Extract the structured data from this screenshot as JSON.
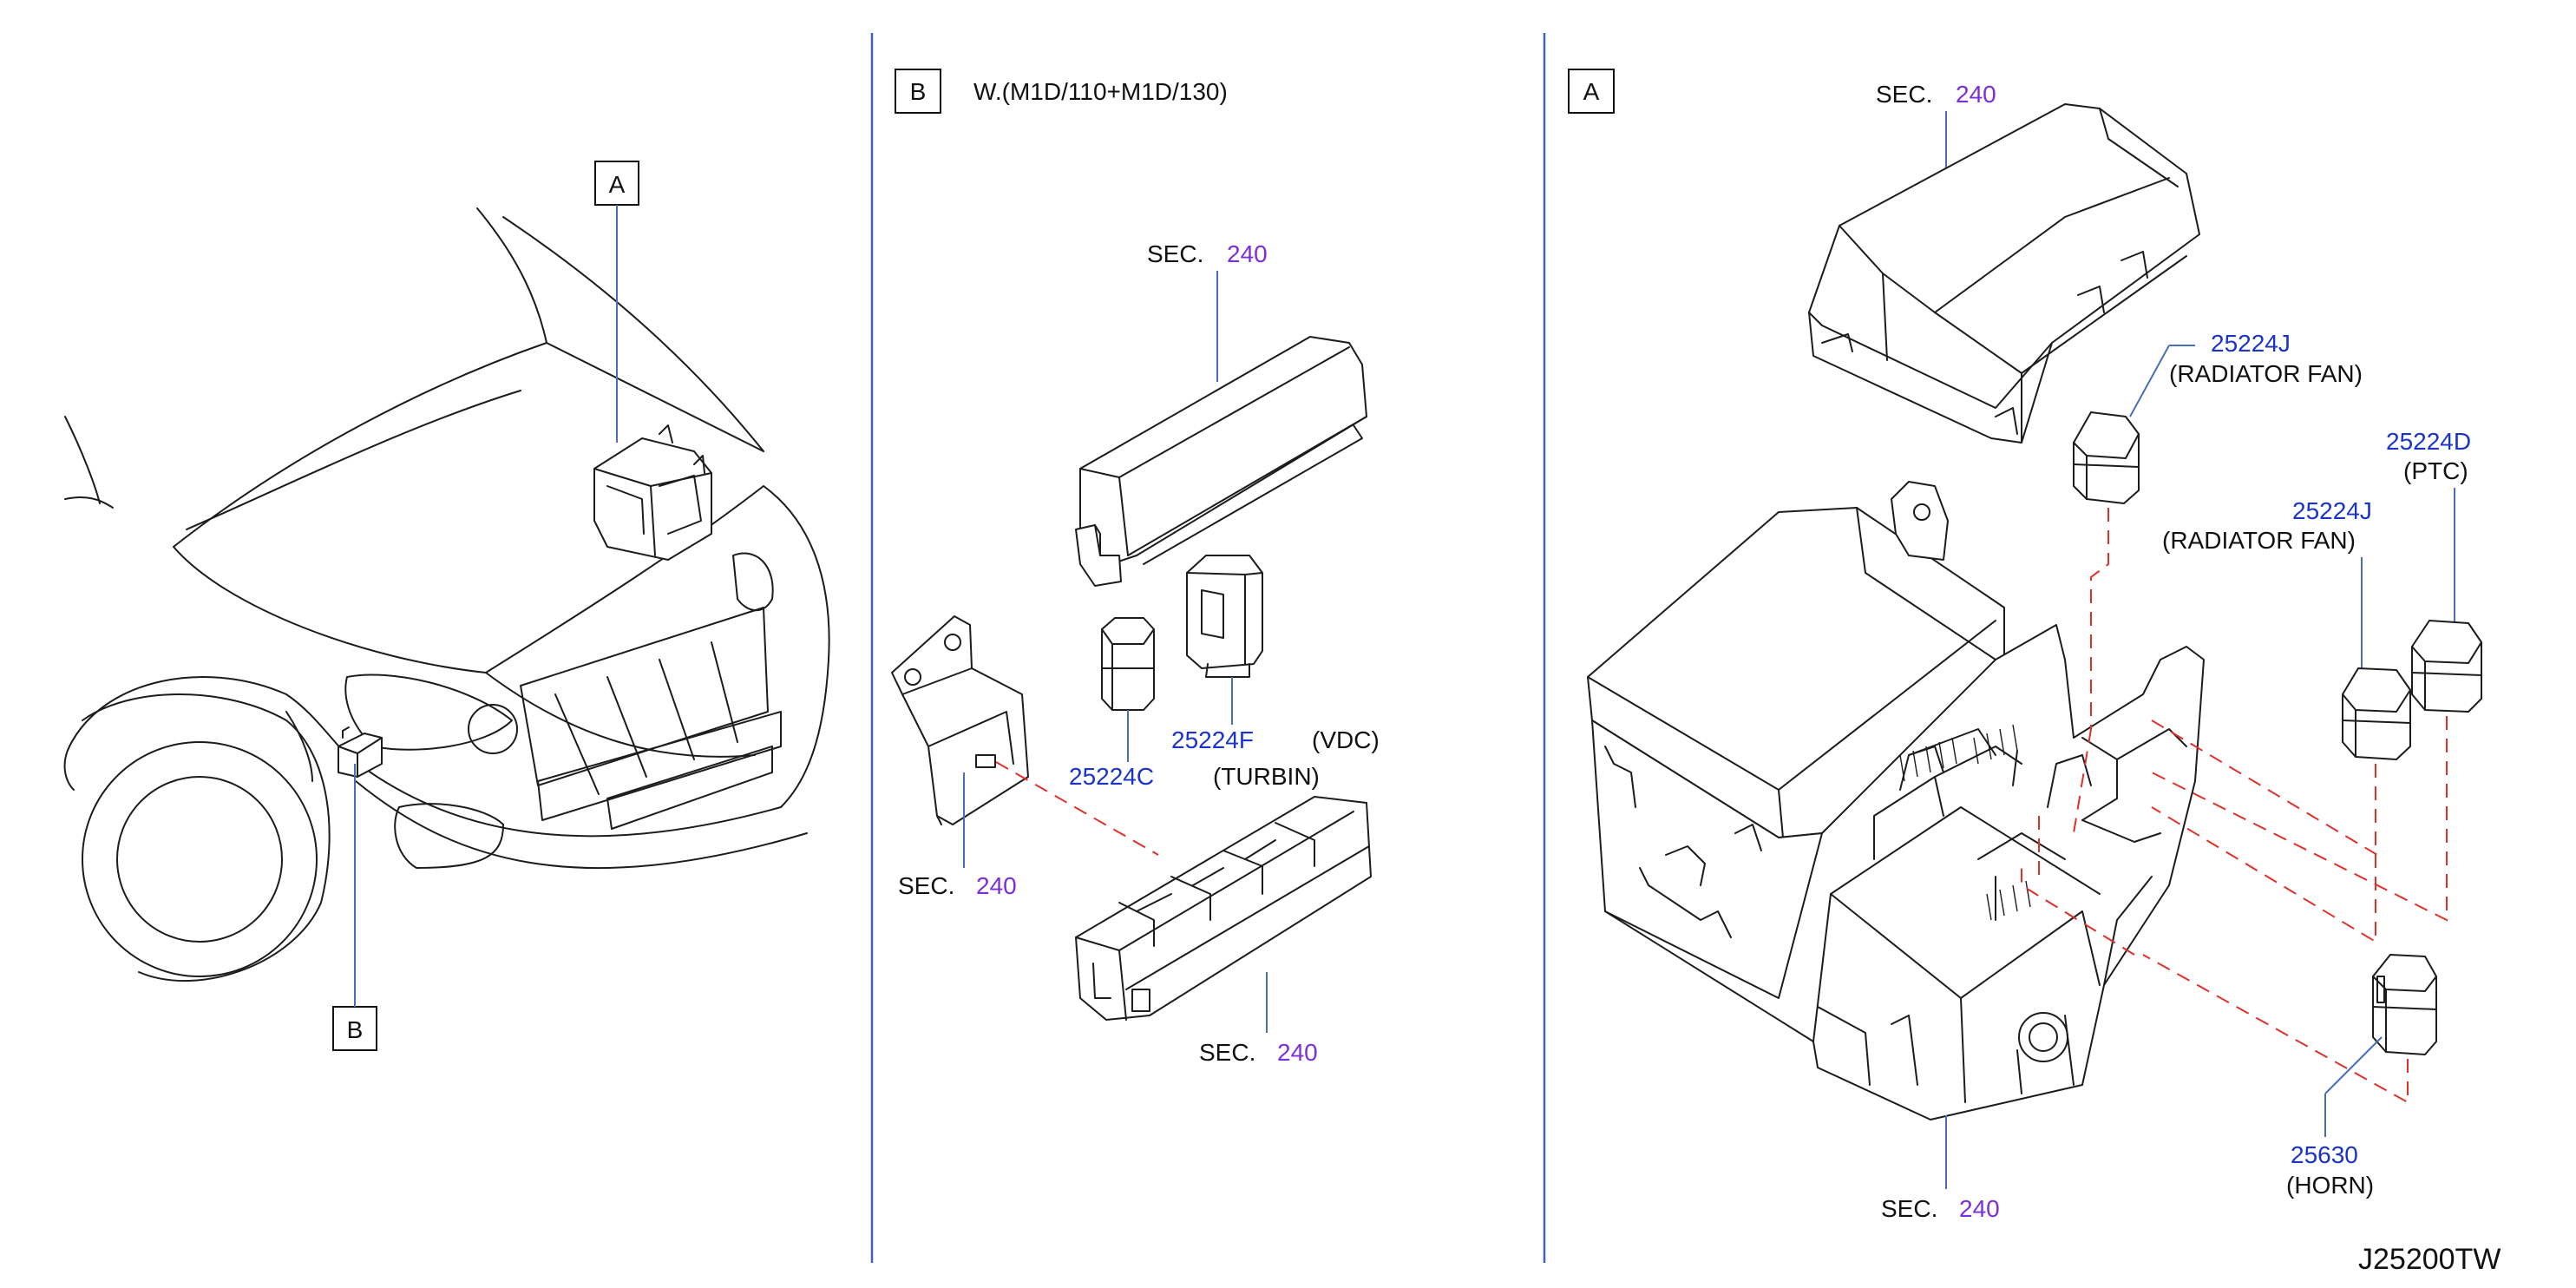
{
  "colors": {
    "sec_number": "#7b2fd8",
    "part_number": "#1a33c8",
    "leader": "#4a6fb5",
    "dashed_guide": "#e0302a",
    "separator": "#3d63b3",
    "ink": "#111111"
  },
  "overview": {
    "callout_a": "A",
    "callout_b": "B"
  },
  "panel_b": {
    "box_letter": "B",
    "heading": "W.(M1D/110+M1D/130)",
    "sec_top": {
      "prefix": "SEC.",
      "number": "240"
    },
    "sec_bracket": {
      "prefix": "SEC.",
      "number": "240"
    },
    "sec_box": {
      "prefix": "SEC.",
      "number": "240"
    },
    "part_c": {
      "number": "25224C",
      "note": "(TURBIN)"
    },
    "part_f": {
      "number": "25224F",
      "note": "(VDC)"
    }
  },
  "panel_a": {
    "box_letter": "A",
    "sec_top": {
      "prefix": "SEC.",
      "number": "240"
    },
    "sec_bottom": {
      "prefix": "SEC.",
      "number": "240"
    },
    "relay_j1": {
      "number": "25224J",
      "note": "(RADIATOR   FAN)"
    },
    "relay_d": {
      "number": "25224D",
      "note": "(PTC)"
    },
    "relay_j2": {
      "number": "25224J",
      "note": "(RADIATOR   FAN)"
    },
    "horn": {
      "number": "25630",
      "note": "(HORN)"
    }
  },
  "drawing_code": "J25200TW"
}
